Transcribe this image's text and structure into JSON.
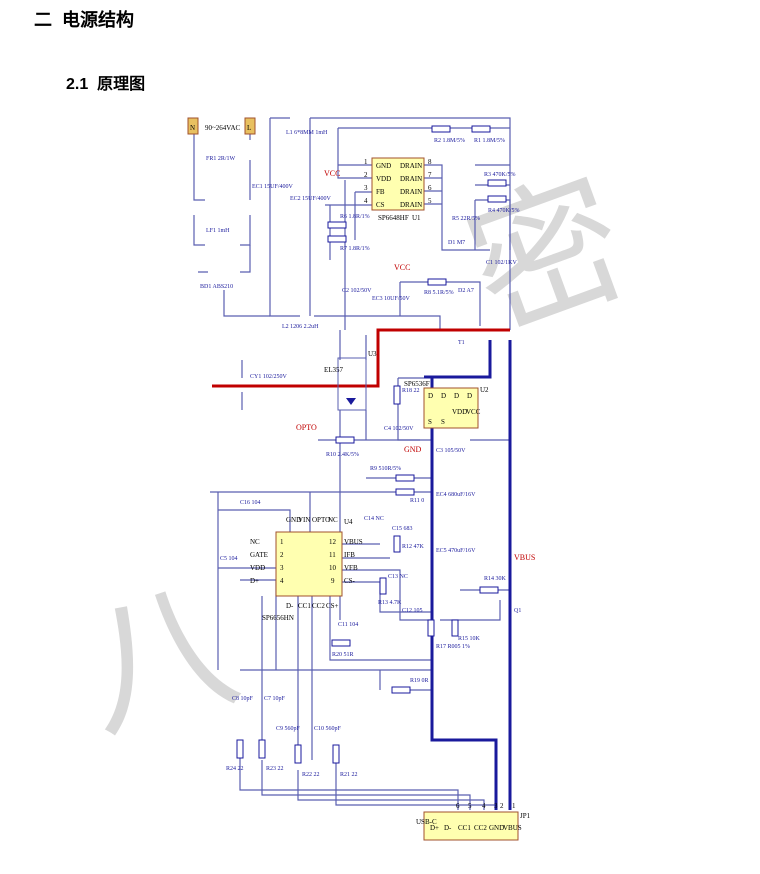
{
  "section": {
    "number": "二",
    "title": "电源结构"
  },
  "subsection": {
    "number": "2.1",
    "title": "原理图"
  },
  "schematic": {
    "input_label": "90~264VAC",
    "n_label": "N",
    "l_label": "L",
    "u1": {
      "name": "U1",
      "part": "SP6648HF",
      "pins_left": [
        "GND",
        "VDD",
        "FB",
        "CS"
      ],
      "pins_right": [
        "DRAIN",
        "DRAIN",
        "DRAIN",
        "DRAIN"
      ],
      "nums_left": [
        "1",
        "2",
        "3",
        "4"
      ],
      "nums_right": [
        "8",
        "7",
        "6",
        "5"
      ]
    },
    "u2": {
      "name": "U2",
      "part": "SP6536F",
      "pins": [
        "D",
        "D",
        "D",
        "D",
        "S",
        "S",
        "VDD",
        "VCC"
      ]
    },
    "u3": {
      "name": "U3",
      "part": "EL357"
    },
    "u4": {
      "name": "U4",
      "part": "SP6656HN",
      "pins_left": [
        "NC",
        "GATE",
        "VDD",
        "D+"
      ],
      "pins_right": [
        "VBUS",
        "IFB",
        "VFB",
        "CS-"
      ],
      "pins_top": [
        "GND",
        "VIN",
        "OPTO",
        "NC"
      ],
      "pins_bottom": [
        "D-",
        "CC1",
        "CC2",
        "CS+"
      ],
      "nums_left": [
        "1",
        "2",
        "3",
        "4"
      ],
      "nums_right": [
        "12",
        "11",
        "10",
        "9"
      ]
    },
    "jp1": {
      "name": "JP1",
      "part": "USB-C",
      "pins": [
        "D+",
        "D-",
        "CC1",
        "CC2",
        "GND",
        "VBUS"
      ],
      "nums": [
        "6",
        "5",
        "4",
        "3",
        "2",
        "1"
      ]
    },
    "net_labels": {
      "vcc": "VCC",
      "opto": "OPTO",
      "gnd": "GND",
      "vbus": "VBUS"
    },
    "components": {
      "fr1": "FR1 2R/1W",
      "bd1": "BD1 ABS210",
      "lf1": "LF1 1mH",
      "ec1": "EC1 15UF/400V",
      "ec2": "EC2 15UF/400V",
      "l1": "L1 6*8MM 1mH",
      "l2": "L2 1206 2.2uH",
      "r1": "R1 1.8M/5%",
      "r2": "R2 1.8M/5%",
      "r3": "R3 470K/5%",
      "r4": "R4 470K/5%",
      "r5": "R5 22R/5%",
      "r6": "R6 1.8R/1%",
      "r7": "R7 1.8R/1%",
      "r8": "R8 5.1R/5%",
      "d1": "D1 M7",
      "d2": "D2 A7",
      "c1": "C1 102/1KV",
      "c2": "C2 102/50V",
      "ec3": "EC3 10UF/50V",
      "t1": "T1",
      "cy1": "CY1 102/250V",
      "r18": "R18 22",
      "c4": "C4 102/50V",
      "c3": "C3 105/50V",
      "r10": "R10 2.4K/5%",
      "r9": "R9 510R/5%",
      "r11": "R11 0",
      "c16": "C16 104",
      "ec4": "EC4 680uF/16V",
      "ec5": "EC5 470uF/16V",
      "c14": "C14 NC",
      "c15": "C15 683",
      "r12": "R12 47K",
      "r13": "R13 4.7K",
      "c13": "C13 NC",
      "c12": "C12 105",
      "c5": "C5 104",
      "c11": "C11 104",
      "r20": "R20 51R",
      "r17": "R17 R005 1%",
      "r14": "R14 30K",
      "r15": "R15 10K",
      "q1": "Q1",
      "r19": "R19 0R",
      "c8": "C8 10pF",
      "c7": "C7 10pF",
      "c9": "C9 560pF",
      "c10": "C10 560pF",
      "r24": "R24 22",
      "r23": "R23 22",
      "r22": "R22 22",
      "r21": "R21 22"
    }
  }
}
